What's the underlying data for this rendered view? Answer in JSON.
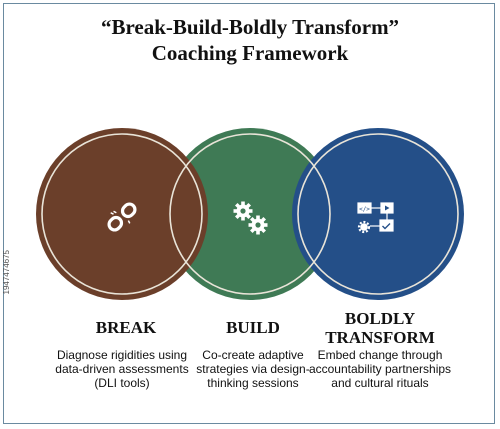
{
  "title": {
    "line1": "“Break-Build-Boldly Transform”",
    "line2": "Coaching Framework"
  },
  "colors": {
    "break": "#6b3f2a",
    "build": "#3f7a55",
    "transform": "#244f88",
    "outline": "#e9e4d8"
  },
  "columns": [
    {
      "heading": [
        "BREAK"
      ],
      "lines": [
        "Diagnose rigidities using",
        "data-driven assessments",
        "(DLI tools)"
      ],
      "icon": "broken-chain-icon"
    },
    {
      "heading": [
        "BUILD"
      ],
      "lines": [
        "Co-create adaptive",
        "strategies via design-",
        "thinking sessions"
      ],
      "icon": "gears-icon"
    },
    {
      "heading": [
        "BOLDLY",
        "TRANSFORM"
      ],
      "lines": [
        "Embed change through",
        "accountability partnerships",
        "and cultural rituals"
      ],
      "icon": "workflow-icon"
    }
  ],
  "stock_id": "1947474675"
}
